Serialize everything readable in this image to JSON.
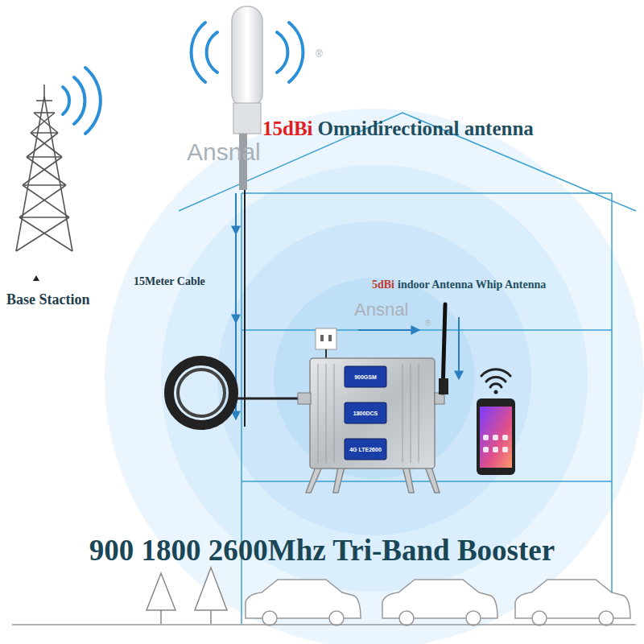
{
  "diagram": {
    "title": "900 1800 2600Mhz Tri-Band Booster",
    "labels": [
      "15dBi",
      "Omnidirectional antenna",
      "Base Staction",
      "15Meter Cable",
      "5dBi",
      "indoor Antenna Whip Antenna",
      "Ansnal",
      "®",
      "Ansnal",
      "®",
      "900GSM",
      "1800DCS",
      "4G LTE2600"
    ]
  }
}
